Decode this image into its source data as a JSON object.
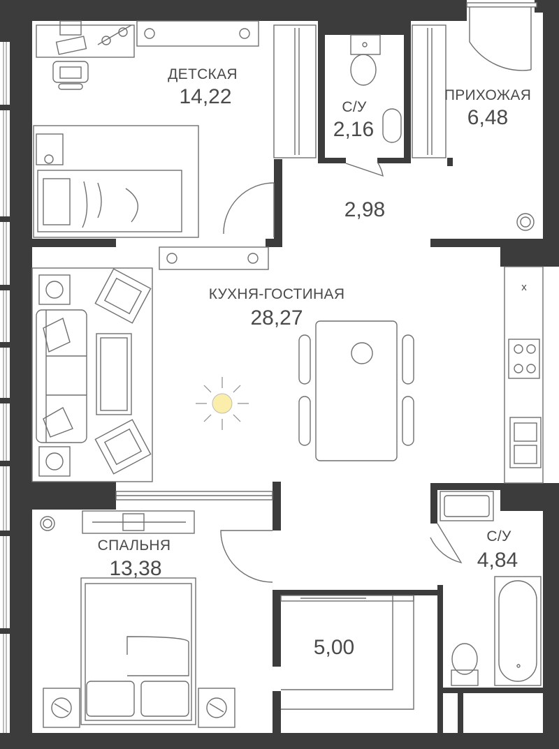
{
  "rooms": {
    "kids": {
      "name": "ДЕТСКАЯ",
      "area": "14,22"
    },
    "bath_small": {
      "name": "С/У",
      "area": "2,16"
    },
    "hall": {
      "name": "ПРИХОЖАЯ",
      "area": "6,48"
    },
    "corridor": {
      "area": "2,98"
    },
    "kitchen_living": {
      "name": "КУХНЯ-ГОСТИНАЯ",
      "area": "28,27"
    },
    "bedroom": {
      "name": "СПАЛЬНЯ",
      "area": "13,38"
    },
    "wardrobe": {
      "area": "5,00"
    },
    "bath_large": {
      "name": "С/У",
      "area": "4,84"
    }
  },
  "fixtures": {
    "hood_mark": "x"
  },
  "colors": {
    "wall": "#3c3c3c",
    "line": "#6f6f6f",
    "text": "#4a4a4a",
    "sun": "#fbeeab"
  }
}
